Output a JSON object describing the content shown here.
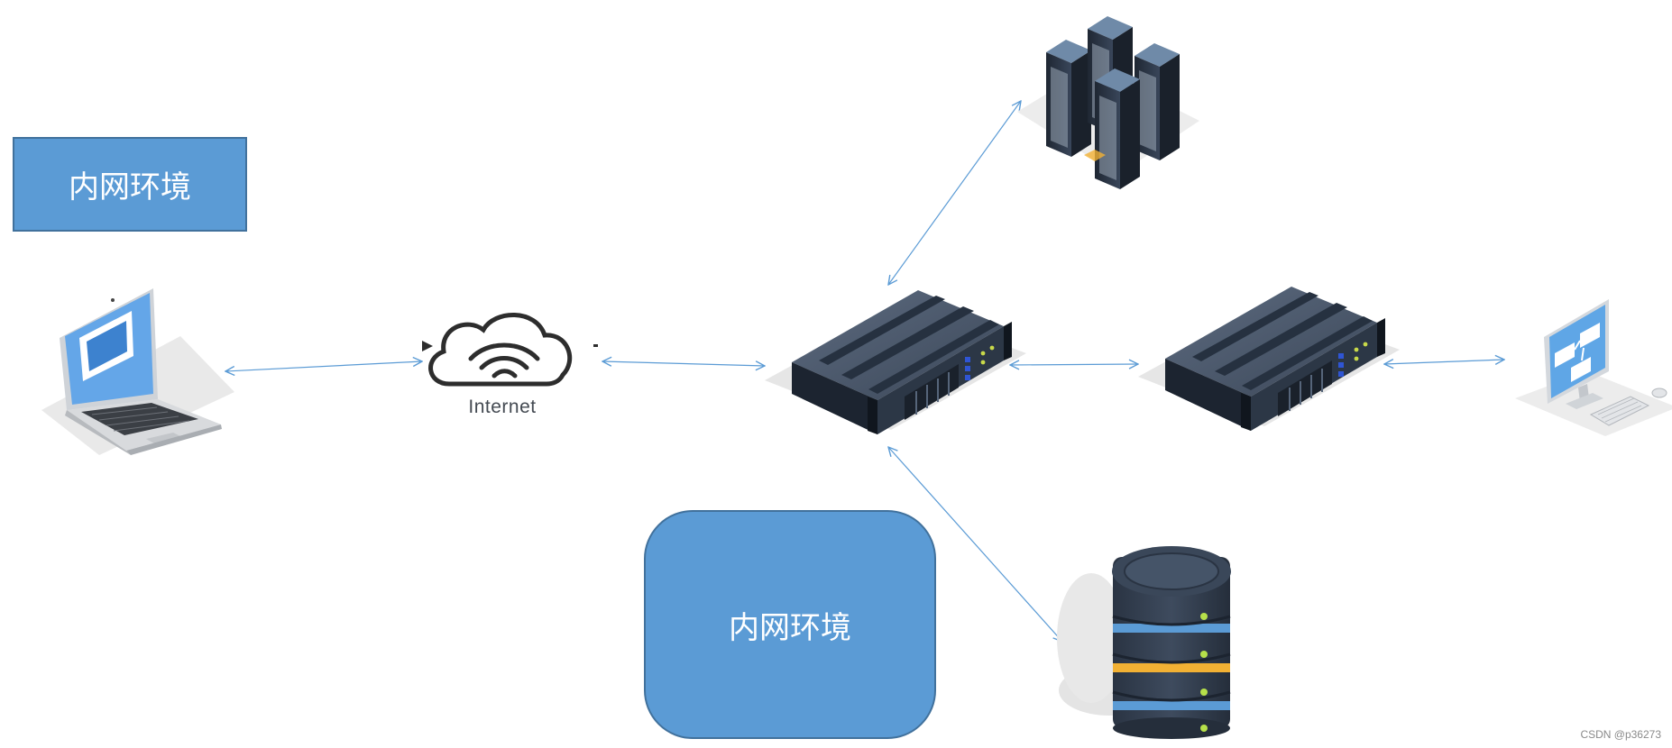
{
  "diagram": {
    "zones": [
      {
        "id": "zone-top",
        "label": "内网环境"
      },
      {
        "id": "zone-bottom",
        "label": "内网环境"
      }
    ],
    "nodes": [
      {
        "id": "laptop",
        "icon": "laptop-icon"
      },
      {
        "id": "internet",
        "icon": "cloud-wifi-icon",
        "label": "Internet"
      },
      {
        "id": "server-main",
        "icon": "rack-server-icon"
      },
      {
        "id": "server-second",
        "icon": "rack-server-icon"
      },
      {
        "id": "server-cluster",
        "icon": "server-cluster-icon"
      },
      {
        "id": "database",
        "icon": "database-icon"
      },
      {
        "id": "desktop",
        "icon": "desktop-computer-icon"
      }
    ],
    "edges": [
      {
        "from": "laptop",
        "to": "internet",
        "style": "bidirectional"
      },
      {
        "from": "internet",
        "to": "server-main",
        "style": "bidirectional"
      },
      {
        "from": "server-main",
        "to": "server-cluster",
        "style": "bidirectional"
      },
      {
        "from": "server-main",
        "to": "server-second",
        "style": "bidirectional"
      },
      {
        "from": "server-second",
        "to": "desktop",
        "style": "bidirectional"
      },
      {
        "from": "server-main",
        "to": "database",
        "style": "bidirectional"
      }
    ],
    "colors": {
      "zone_fill": "#5b9bd5",
      "zone_border": "#41719c",
      "arrow": "#5b9bd5",
      "server_body": "#2e3b4e",
      "database_band": "#f2b134"
    },
    "watermark": "CSDN @p36273"
  }
}
